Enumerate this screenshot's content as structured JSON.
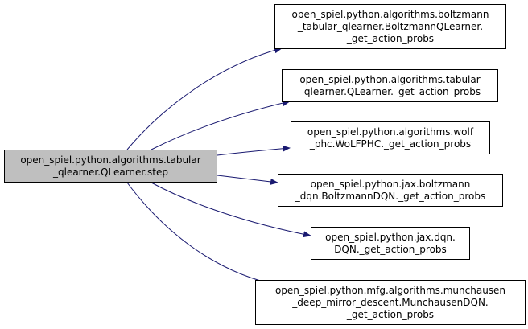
{
  "colors": {
    "edge": "#191970",
    "node_border": "#000000",
    "node_fill": "#ffffff",
    "source_fill": "#bfbfbf"
  },
  "source": {
    "lines": [
      "open_spiel.python.algorithms.tabular",
      "_qlearner.QLearner.step"
    ]
  },
  "targets": [
    {
      "lines": [
        "open_spiel.python.algorithms.boltzmann",
        "_tabular_qlearner.BoltzmannQLearner.",
        "_get_action_probs"
      ]
    },
    {
      "lines": [
        "open_spiel.python.algorithms.tabular",
        "_qlearner.QLearner._get_action_probs"
      ]
    },
    {
      "lines": [
        "open_spiel.python.algorithms.wolf",
        "_phc.WoLFPHC._get_action_probs"
      ]
    },
    {
      "lines": [
        "open_spiel.python.jax.boltzmann",
        "_dqn.BoltzmannDQN._get_action_probs"
      ]
    },
    {
      "lines": [
        "open_spiel.python.jax.dqn.",
        "DQN._get_action_probs"
      ]
    },
    {
      "lines": [
        "open_spiel.python.mfg.algorithms.munchausen",
        "_deep_mirror_descent.MunchausenDQN.",
        "_get_action_probs"
      ]
    }
  ]
}
